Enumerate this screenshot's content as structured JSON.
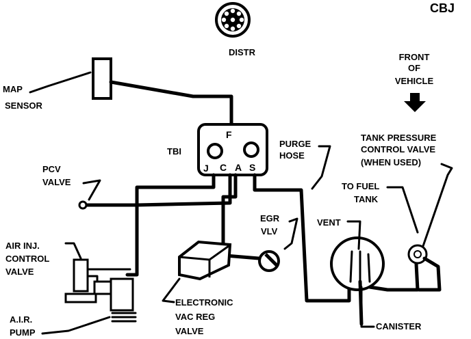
{
  "code": "CBJ",
  "distributor": {
    "label": "DISTR"
  },
  "front_of_vehicle": {
    "lines": [
      "FRONT",
      "OF",
      "VEHICLE"
    ]
  },
  "map_sensor": {
    "lines": [
      "MAP",
      "SENSOR"
    ]
  },
  "tbi": {
    "label": "TBI",
    "port_top": "F",
    "ports": [
      "J",
      "C",
      "A",
      "S"
    ]
  },
  "purge_hose": {
    "lines": [
      "PURGE",
      "HOSE"
    ]
  },
  "tank_pressure_valve": {
    "lines": [
      "TANK PRESSURE",
      "CONTROL VALVE",
      "(WHEN USED)"
    ]
  },
  "to_fuel_tank": {
    "lines": [
      "TO FUEL",
      "TANK"
    ]
  },
  "pcv_valve": {
    "lines": [
      "PCV",
      "VALVE"
    ]
  },
  "egr_valve": {
    "lines": [
      "EGR",
      "VLV"
    ]
  },
  "vent": {
    "label": "VENT"
  },
  "air_inj_valve": {
    "lines": [
      "AIR INJ.",
      "CONTROL",
      "VALVE"
    ]
  },
  "vac_reg_valve": {
    "lines": [
      "ELECTRONIC",
      "VAC REG",
      "VALVE"
    ]
  },
  "canister": {
    "label": "CANISTER"
  },
  "air_pump": {
    "lines": [
      "A.I.R.",
      "PUMP"
    ]
  }
}
